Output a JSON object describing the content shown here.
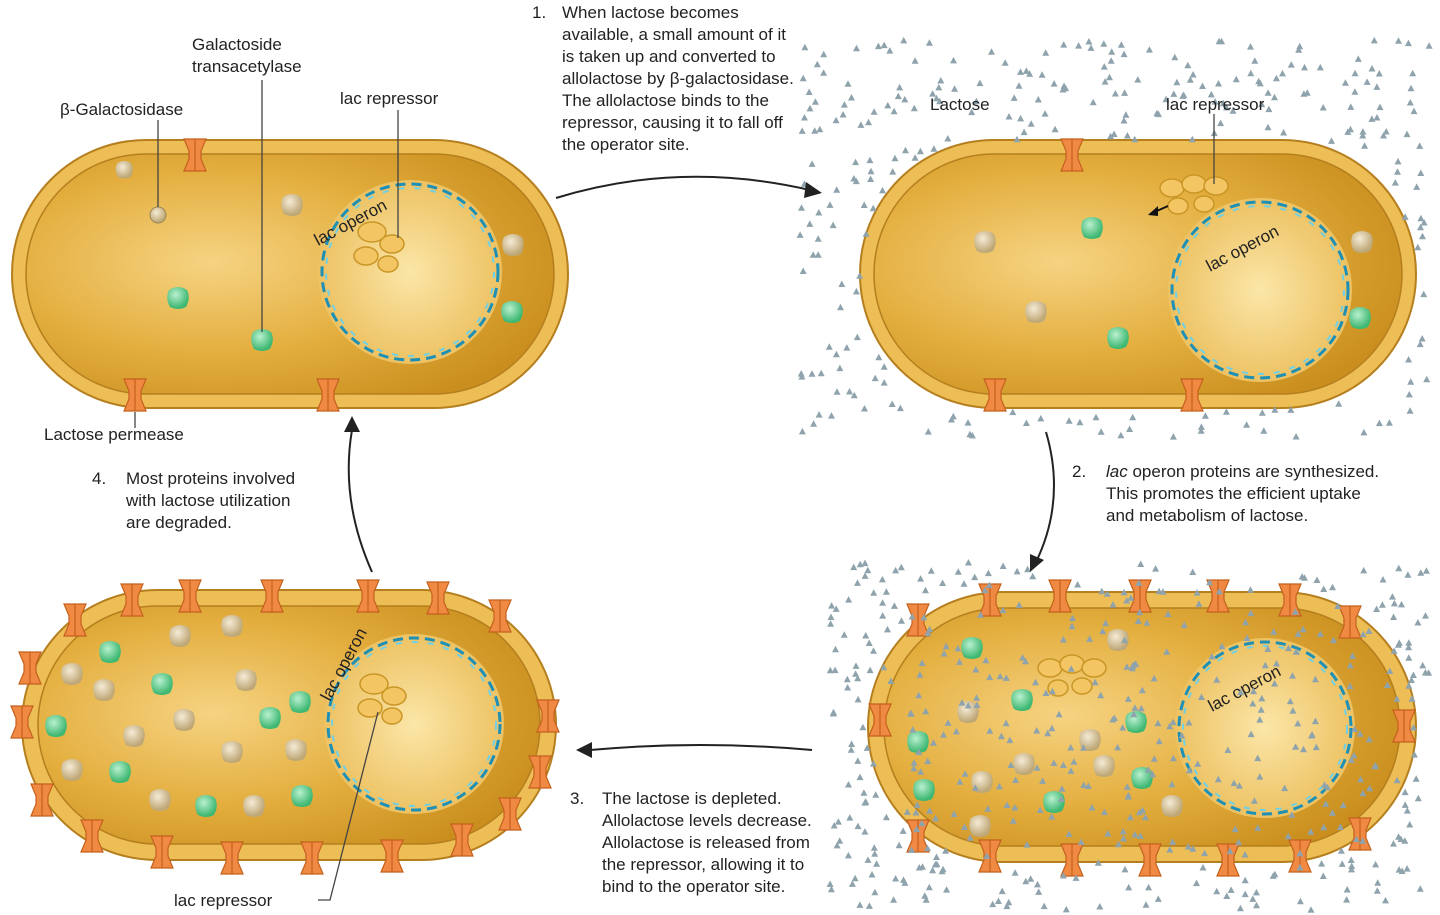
{
  "colors": {
    "cell_outer": "#E9B64A",
    "cell_edge": "#B57E1E",
    "cytoplasm": "#D9A02A",
    "dna_blue": "#1E8FB5",
    "dna_light": "#6FD0E6",
    "permease": "#F08A42",
    "protein_green": "#5CC98A",
    "protein_tan": "#D9C7A0",
    "repressor": "#F3C663",
    "lactose": "#8FA3AD",
    "arrow": "#222222"
  },
  "labels": {
    "beta_gal": "β-Galactosidase",
    "transacetylase_1": "Galactoside",
    "transacetylase_2": "transacetylase",
    "lac_repressor_tl": "lac repressor",
    "lactose_permease": "Lactose permease",
    "lactose": "Lactose",
    "lac_repressor_tr": "lac repressor",
    "lac_repressor_bl": "lac repressor",
    "lac_operon": "lac operon"
  },
  "steps": {
    "s1": {
      "num": "1.",
      "lines": [
        "When lactose becomes",
        "available, a small amount of it",
        "is taken up and converted to",
        "allolactose by β-galactosidase.",
        "The allolactose binds to the",
        "repressor, causing it to fall off",
        "the operator site."
      ]
    },
    "s2": {
      "num": "2.",
      "lines_head": "lac",
      "line1_rest": " operon proteins are synthesized.",
      "lines": [
        "This promotes the efficient uptake",
        "and metabolism of lactose."
      ]
    },
    "s3": {
      "num": "3.",
      "lines": [
        "The lactose is depleted.",
        "Allolactose levels decrease.",
        "Allolactose is released from",
        "the repressor, allowing it to",
        "bind to the operator site."
      ]
    },
    "s4": {
      "num": "4.",
      "lines": [
        "Most proteins involved",
        "with lactose utilization",
        "are degraded."
      ]
    }
  }
}
